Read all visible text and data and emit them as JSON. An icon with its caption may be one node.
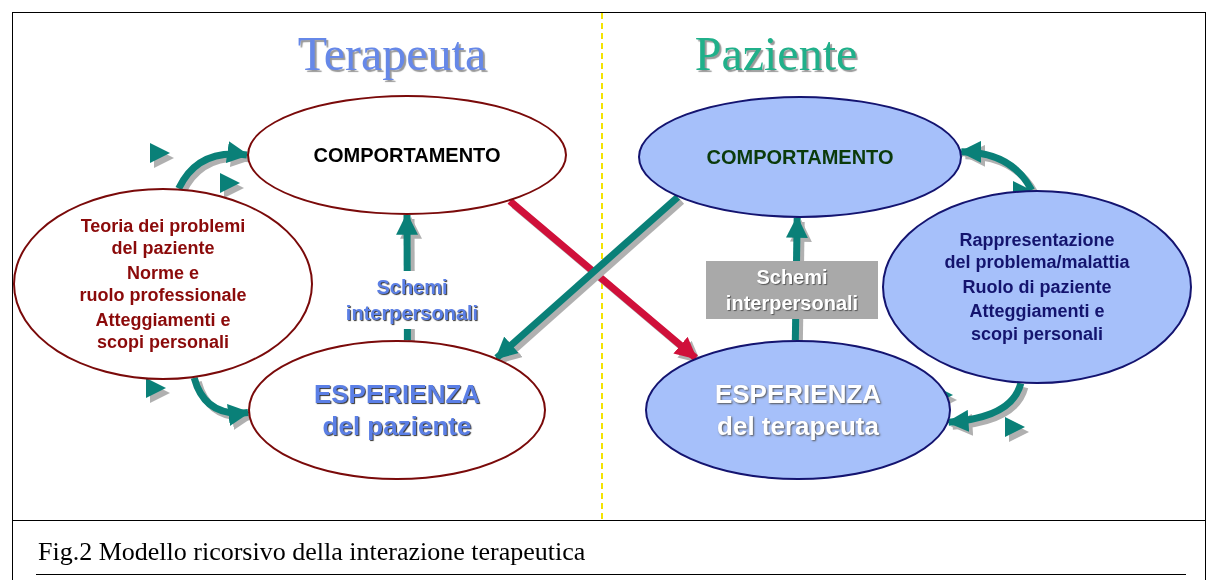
{
  "diagram": {
    "caption": "Fig.2 Modello ricorsivo della interazione terapeutica",
    "nodes": [
      {
        "text": [
          "Teoria dei problemi del paziente",
          "Norme e ruolo professionale",
          "Atteggiamenti e scopi personali"
        ]
      },
      {
        "text": [
          "COMPORTAMENTO"
        ]
      },
      {
        "text": [
          "ESPERIENZA del paziente"
        ]
      },
      {
        "text": [
          "COMPORTAMENTO"
        ]
      },
      {
        "text": [
          "ESPERIENZA del terapeuta"
        ]
      },
      {
        "text": [
          "Rappresentazione del problema/malattia",
          "Ruolo di paziente",
          "Atteggiamenti e scopi personali"
        ]
      }
    ],
    "edges": [
      {
        "from": 0,
        "to": 1,
        "arrow": "to"
      },
      {
        "from": 0,
        "to": 2,
        "arrow": "to"
      },
      {
        "from": 2,
        "to": 1,
        "arrow": "to",
        "label": "Schemi interpersonali"
      },
      {
        "from": 1,
        "to": 4,
        "arrow": "to",
        "color": "#d0103a"
      },
      {
        "from": 3,
        "to": 2,
        "arrow": "to"
      },
      {
        "from": 4,
        "to": 3,
        "arrow": "to",
        "label": "Schemi interpersonali"
      },
      {
        "from": 5,
        "to": 3,
        "arrow": "to"
      },
      {
        "from": 5,
        "to": 4,
        "arrow": "to"
      }
    ],
    "labels": [
      "Terapeuta",
      "Paziente"
    ]
  }
}
